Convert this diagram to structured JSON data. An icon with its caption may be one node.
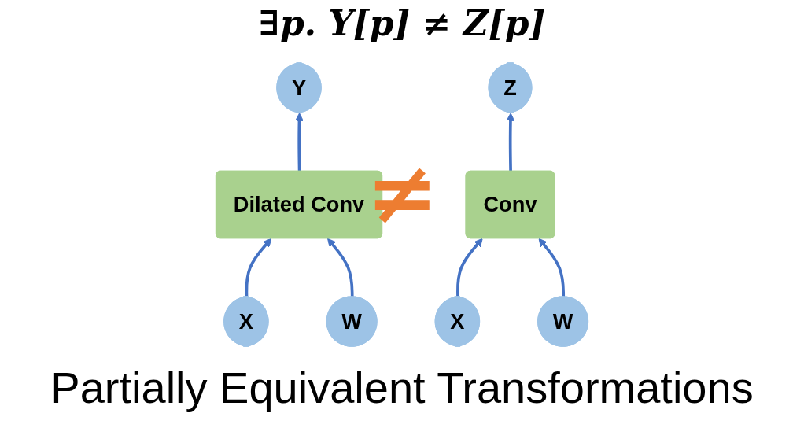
{
  "diagram": {
    "title": "∃p. Y[p] ≠ Z[p]",
    "caption": "Partially Equivalent Transformations",
    "nodes": [
      {
        "text": [
          "Y"
        ]
      },
      {
        "text": [
          "Dilated Conv"
        ]
      },
      {
        "text": [
          "X"
        ]
      },
      {
        "text": [
          "W"
        ]
      },
      {
        "text": [
          "Z"
        ]
      },
      {
        "text": [
          "Conv"
        ]
      },
      {
        "text": [
          "X"
        ]
      },
      {
        "text": [
          "W"
        ]
      }
    ],
    "edges": [
      {
        "from": 1,
        "to": 0,
        "arrow": "to"
      },
      {
        "from": 2,
        "to": 1,
        "arrow": "to"
      },
      {
        "from": 3,
        "to": 1,
        "arrow": "to"
      },
      {
        "from": 5,
        "to": 4,
        "arrow": "to"
      },
      {
        "from": 6,
        "to": 5,
        "arrow": "to"
      },
      {
        "from": 7,
        "to": 5,
        "arrow": "to"
      }
    ],
    "labels": [
      "≠"
    ]
  }
}
